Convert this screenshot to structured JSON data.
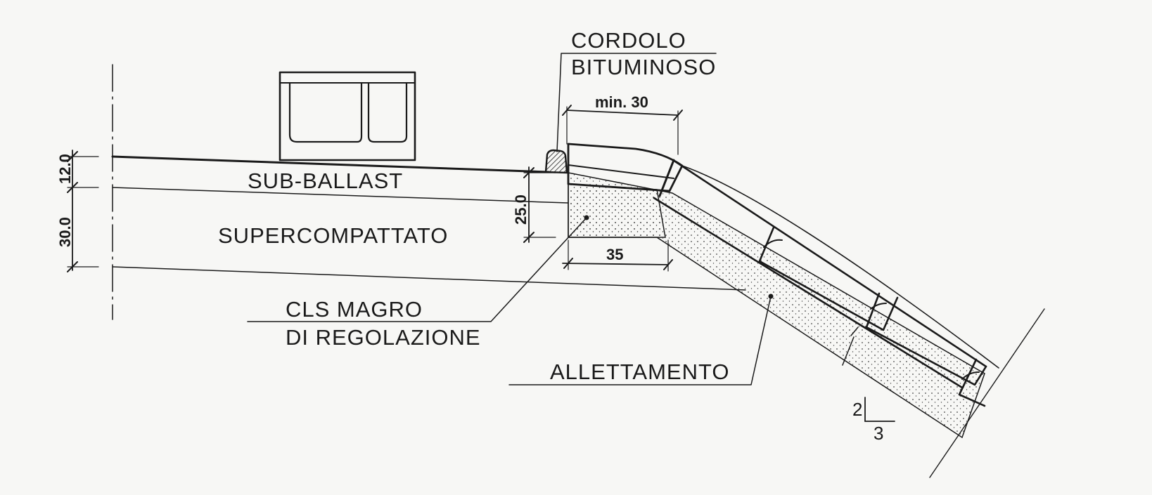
{
  "labels": {
    "cordolo_line1": "CORDOLO",
    "cordolo_line2": "BITUMINOSO",
    "sub_ballast": "SUB-BALLAST",
    "supercompattato": "SUPERCOMPATTATO",
    "cls_line1": "CLS MAGRO",
    "cls_line2": "DI REGOLAZIONE",
    "allettamento": "ALLETTAMENTO"
  },
  "dimensions": {
    "min30": "min. 30",
    "d35": "35",
    "d12": "12.0",
    "d30": "30.0",
    "d25": "25.0"
  },
  "slope": {
    "rise": "2",
    "run": "3"
  },
  "colors": {
    "ink": "#1a1a1a",
    "paper": "#f7f7f5",
    "stipple": "#444444"
  }
}
